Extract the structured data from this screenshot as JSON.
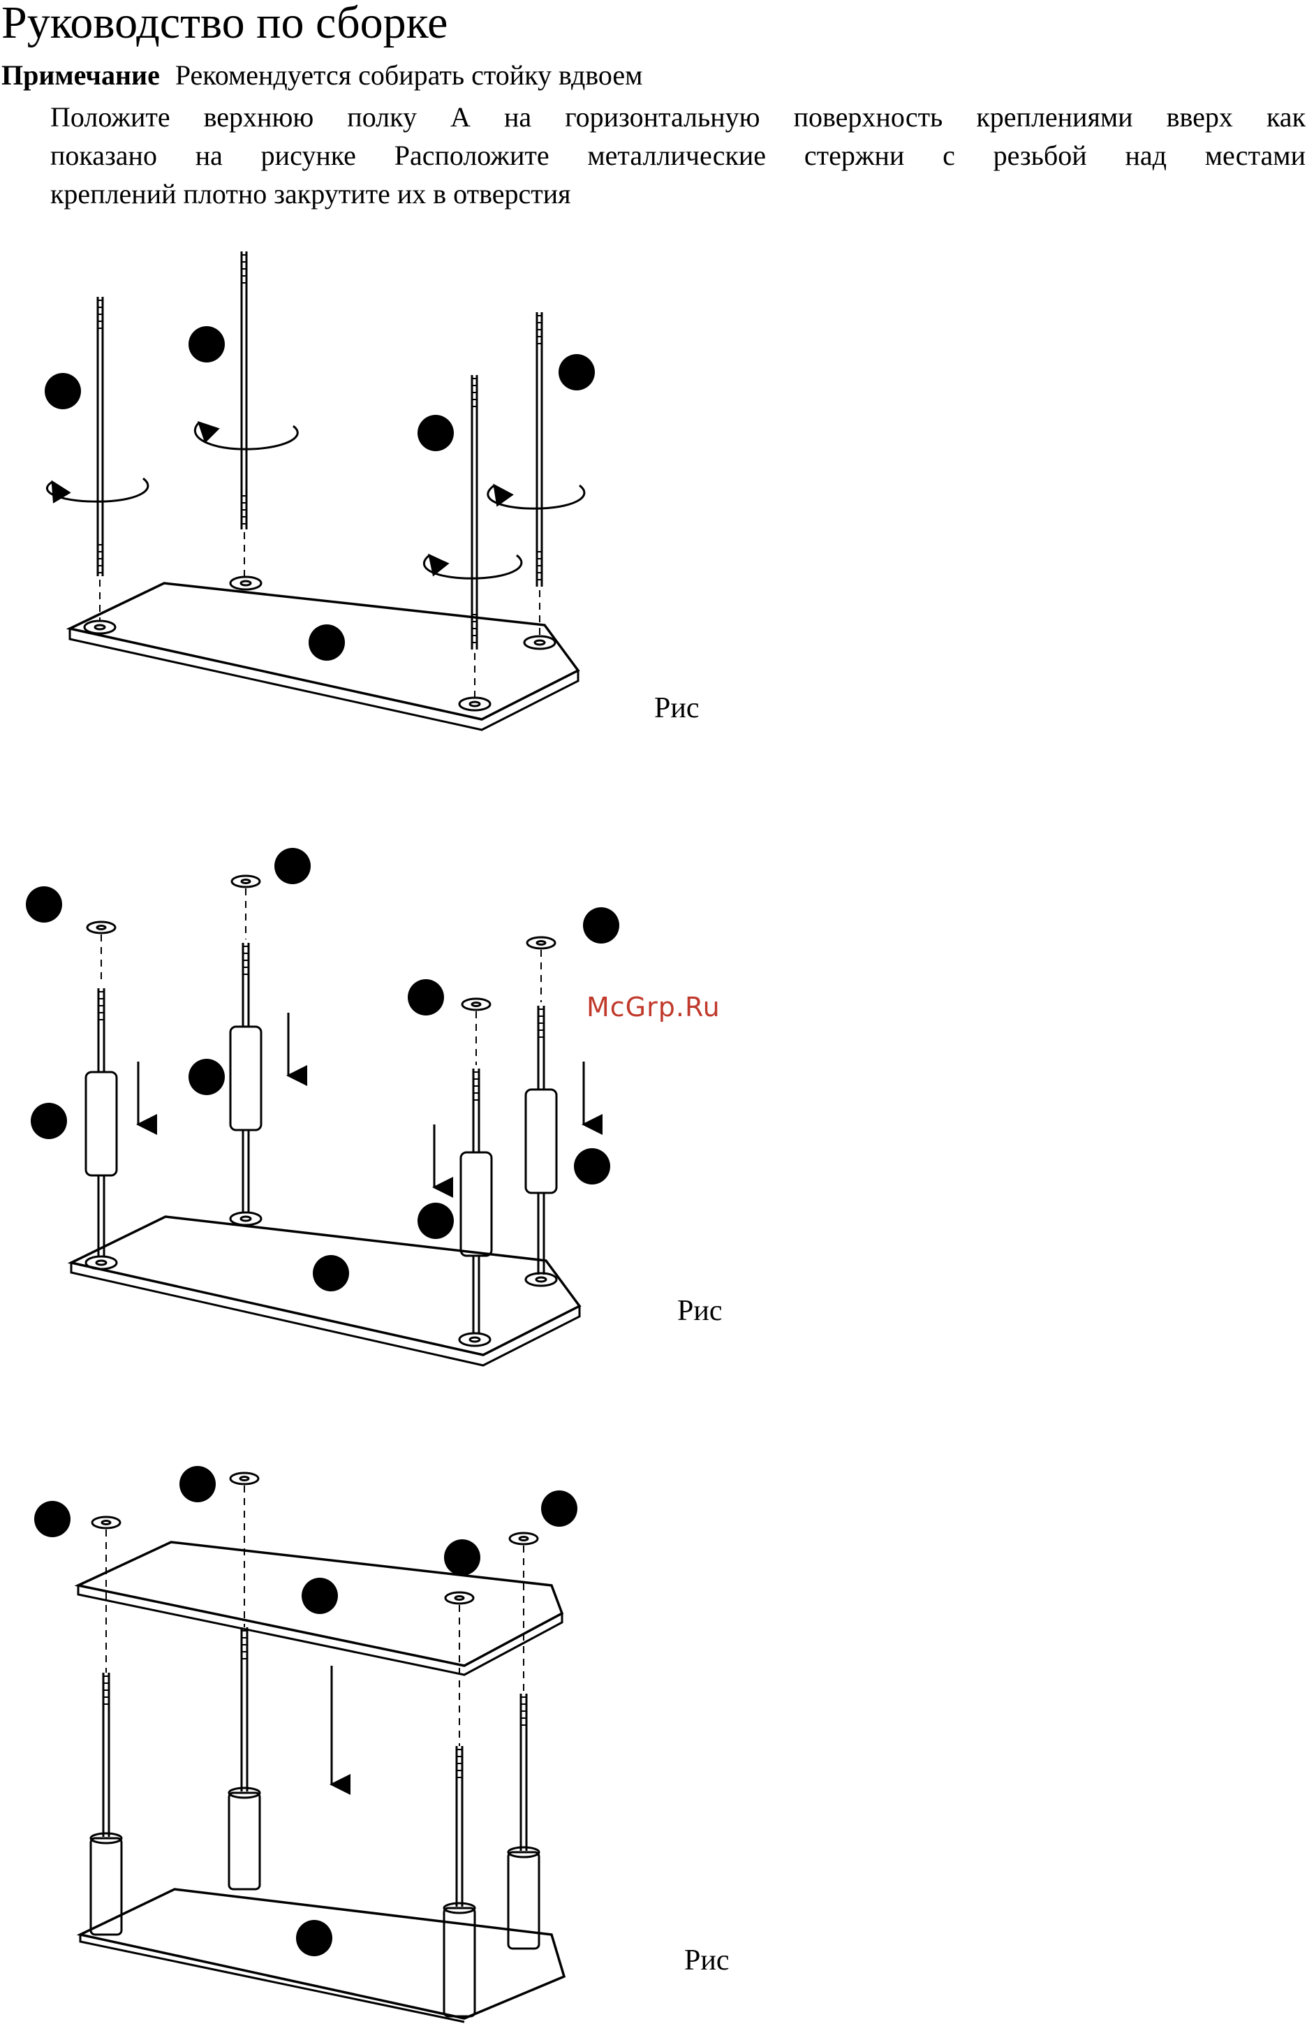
{
  "title": "Руководство по сборке",
  "note": {
    "label": "Примечание",
    "text": "Рекомендуется собирать стойку вдвоем"
  },
  "instructions": {
    "line1": "Положите верхнюю полку  А  на горизонтальную поверхность креплениями вверх  как",
    "line2": "показано на рисунке     Расположите металлические стержни с резьбой      над местами",
    "line3": "креплений  плотно закрутите их в отверстия"
  },
  "figures": [
    {
      "caption": "Рис"
    },
    {
      "caption": "Рис"
    },
    {
      "caption": "Рис"
    }
  ],
  "watermark": "McGrp.Ru",
  "colors": {
    "ink": "#000000",
    "watermark": "#c0392b",
    "paper": "#ffffff"
  }
}
